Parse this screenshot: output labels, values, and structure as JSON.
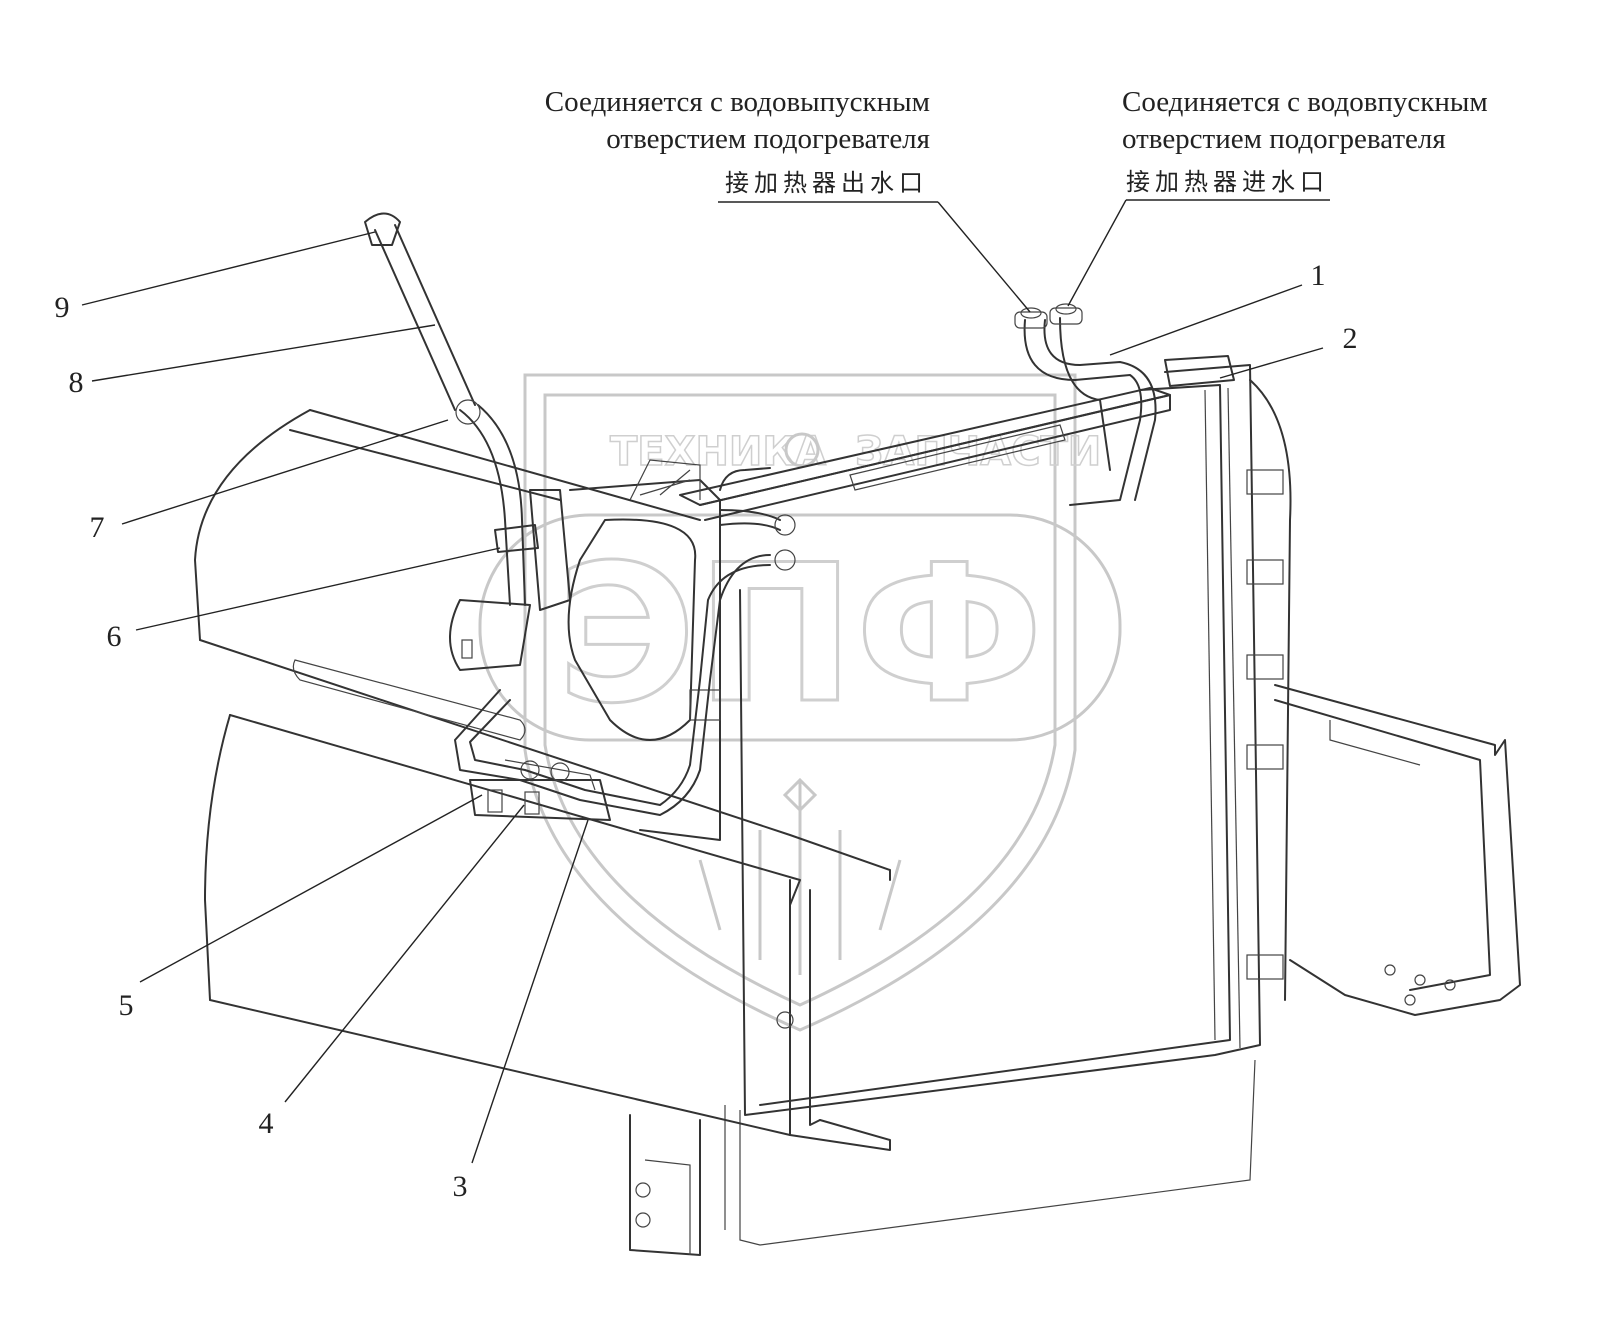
{
  "callouts": {
    "outlet": {
      "ru_line1": "Соединяется с водовыпускным",
      "ru_line2": "отверстием подогревателя",
      "zh": "接加热器出水口"
    },
    "inlet": {
      "ru_line1": "Соединяется с водовпускным",
      "ru_line2": "отверстием подогревателя",
      "zh": "接加热器进水口"
    }
  },
  "part_numbers": [
    "1",
    "2",
    "3",
    "4",
    "5",
    "6",
    "7",
    "8",
    "9"
  ],
  "watermark": {
    "text_left": "ТЕХНИКА",
    "text_right": "ЗАПЧАСТИ",
    "logo": "ЭПФ",
    "color": "#c8c8c8"
  },
  "colors": {
    "line": "#222222",
    "background": "#ffffff"
  }
}
